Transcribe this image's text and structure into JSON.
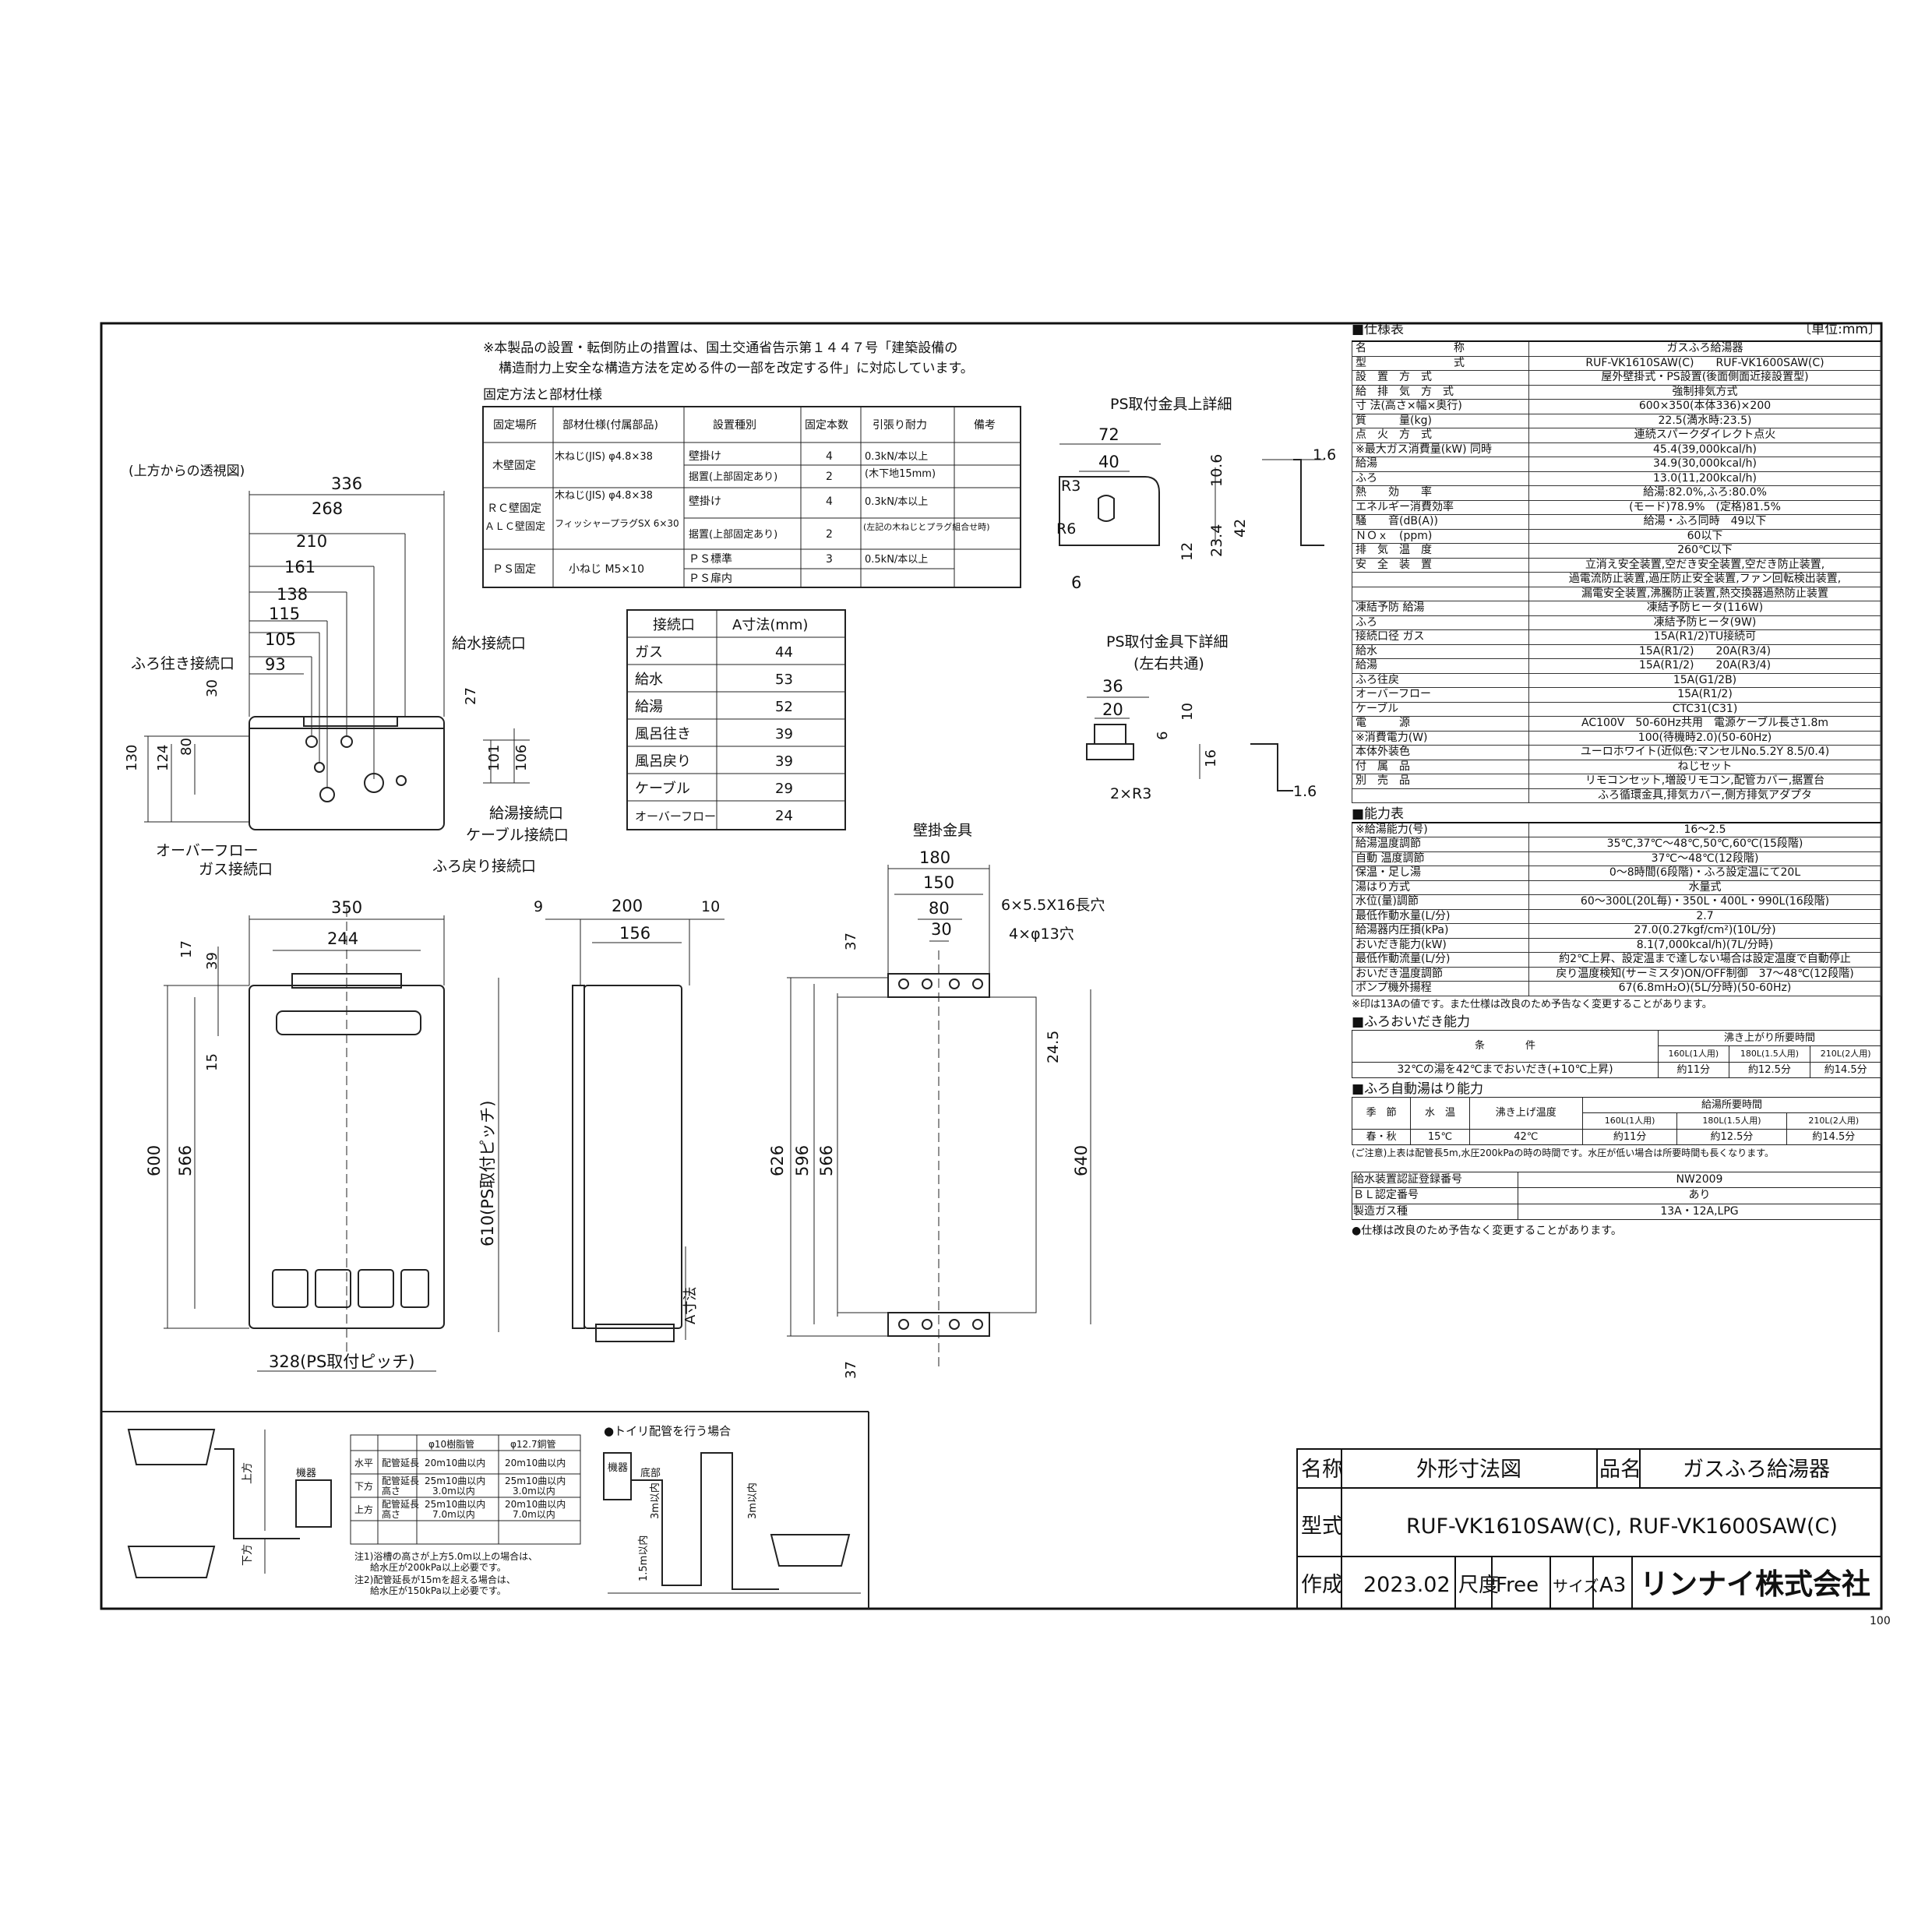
{
  "install_note": {
    "line1": "※本製品の設置・転倒防止の措置は、国土交通省告示第１４４７号「建築設備の",
    "line2": "構造耐力上安全な構造方法を定める件の一部を改定する件」に対応しています。"
  },
  "fixing": {
    "title": "固定方法と部材仕様",
    "headers": [
      "固定場所",
      "部材仕様(付属部品)",
      "設置種別",
      "固定本数",
      "引張り耐力",
      "備考"
    ],
    "rows": [
      [
        "木壁固定",
        "木ねじ(JIS) φ4.8×38",
        "壁掛け",
        "4",
        "0.3kN/本以上",
        ""
      ],
      [
        "",
        "(木下地15mm)",
        "据置(上部固定あり)",
        "2",
        "",
        ""
      ],
      [
        "ＲＣ壁固定",
        "木ねじ(JIS) φ4.8×38",
        "壁掛け",
        "4",
        "0.3kN/本以上",
        ""
      ],
      [
        "ＡＬＣ壁固定",
        "フィッシャープラグSX 6×30",
        "据置(上部固定あり)",
        "2",
        "(左記の木ねじとプラグ組合せ時)",
        ""
      ],
      [
        "ＰＳ固定",
        "小ねじ M5×10",
        "ＰＳ標準",
        "3",
        "0.5kN/本以上",
        ""
      ],
      [
        "",
        "",
        "ＰＳ扉内",
        "",
        "",
        ""
      ]
    ]
  },
  "connections": {
    "headers": [
      "接続口",
      "A寸法(mm)"
    ],
    "rows": [
      [
        "ガス",
        "44"
      ],
      [
        "給水",
        "53"
      ],
      [
        "給湯",
        "52"
      ],
      [
        "風呂往き",
        "39"
      ],
      [
        "風呂戻り",
        "39"
      ],
      [
        "ケーブル",
        "29"
      ],
      [
        "オーバーフロー",
        "24"
      ]
    ]
  },
  "top_view": {
    "title": "(上方からの透視図)",
    "dims": [
      "336",
      "268",
      "210",
      "161",
      "138",
      "115",
      "105",
      "93",
      "30",
      "80",
      "124",
      "130",
      "27",
      "101",
      "106"
    ],
    "labels": [
      "ふろ往き接続口",
      "給水接続口",
      "給湯接続口",
      "ケーブル接続口",
      "オーバーフロー",
      "ガス接続口",
      "ふろ戻り接続口"
    ]
  },
  "front_view": {
    "dims": [
      "350",
      "244",
      "17",
      "39",
      "15",
      "566",
      "600",
      "610(PS取付ピッチ)",
      "328(PS取付ピッチ)"
    ]
  },
  "side_view": {
    "dims": [
      "9",
      "200",
      "10",
      "156",
      "A寸法"
    ]
  },
  "wall_bracket": {
    "title": "壁掛金具",
    "dims": [
      "180",
      "150",
      "80",
      "30",
      "37",
      "24.5",
      "626",
      "596",
      "566",
      "640",
      "37"
    ],
    "notes": [
      "6×5.5X16長穴",
      "4×φ13穴"
    ]
  },
  "ps_upper": {
    "title": "PS取付金具上詳細",
    "dims": [
      "72",
      "40",
      "R3",
      "R6",
      "6",
      "10.6",
      "42",
      "23.4",
      "12",
      "1.6"
    ]
  },
  "ps_lower": {
    "title": "PS取付金具下詳細",
    "subtitle": "(左右共通)",
    "dims": [
      "36",
      "20",
      "6",
      "10",
      "16",
      "2×R3",
      "1.6"
    ]
  },
  "spec": {
    "title": "■仕様表",
    "unit": "〔単位:mm〕",
    "rows": [
      [
        "名　　　　　　　　称",
        "ガスふろ給湯器"
      ],
      [
        "型　　　　　　　　式",
        "RUF-VK1610SAW(C)　　RUF-VK1600SAW(C)"
      ],
      [
        "設　置　方　式",
        "屋外壁掛式・PS設置(後面側面近接設置型)"
      ],
      [
        "給　排　気　方　式",
        "強制排気方式"
      ],
      [
        "寸 法(高さ×幅×奥行)",
        "600×350(本体336)×200"
      ],
      [
        "質　　　量(kg)",
        "22.5(満水時:23.5)"
      ],
      [
        "点　火　方　式",
        "連続スパークダイレクト点火"
      ],
      [
        "※最大ガス消費量(kW) 同時",
        "45.4(39,000kcal/h)"
      ],
      [
        "給湯",
        "34.9(30,000kcal/h)"
      ],
      [
        "ふろ",
        "13.0(11,200kcal/h)"
      ],
      [
        "熱　　効　　率",
        "給湯:82.0%,ふろ:80.0%"
      ],
      [
        "エネルギー消費効率",
        "(モード)78.9%　(定格)81.5%"
      ],
      [
        "騒　　音(dB(A))",
        "給湯・ふろ同時　49以下"
      ],
      [
        "ＮＯｘ　(ppm)",
        "60以下"
      ],
      [
        "排　気　温　度",
        "260℃以下"
      ],
      [
        "安　全　装　置",
        "立消え安全装置,空だき安全装置,空だき防止装置,"
      ],
      [
        "",
        "過電流防止装置,過圧防止安全装置,ファン回転検出装置,"
      ],
      [
        "",
        "漏電安全装置,沸騰防止装置,熱交換器過熱防止装置"
      ],
      [
        "凍結予防 給湯",
        "凍結予防ヒータ(116W)"
      ],
      [
        "ふろ",
        "凍結予防ヒータ(9W)"
      ],
      [
        "接続口径 ガス",
        "15A(R1/2)TU接続可"
      ],
      [
        "給水",
        "15A(R1/2)　　20A(R3/4)"
      ],
      [
        "給湯",
        "15A(R1/2)　　20A(R3/4)"
      ],
      [
        "ふろ往戻",
        "15A(G1/2B)"
      ],
      [
        "オーバーフロー",
        "15A(R1/2)"
      ],
      [
        "ケーブル",
        "CTC31(C31)"
      ],
      [
        "電　　　源",
        "AC100V　50-60Hz共用　電源ケーブル長さ1.8m"
      ],
      [
        "※消費電力(W)",
        "100(待機時2.0)(50-60Hz)"
      ],
      [
        "本体外装色",
        "ユーロホワイト(近似色:マンセルNo.5.2Y 8.5/0.4)"
      ],
      [
        "付　属　品",
        "ねじセット"
      ],
      [
        "別　売　品",
        "リモコンセット,増設リモコン,配管カバー,据置台"
      ],
      [
        "",
        "ふろ循環金具,排気カバー,側方排気アダプタ"
      ]
    ]
  },
  "performance": {
    "title": "■能力表",
    "rows": [
      [
        "※給湯能力(号)",
        "16～2.5"
      ],
      [
        "給湯温度調節",
        "35℃,37℃～48℃,50℃,60℃(15段階)"
      ],
      [
        "自動 温度調節",
        "37℃～48℃(12段階)"
      ],
      [
        "保温・足し湯",
        "0～8時間(6段階)・ふろ設定温にて20L"
      ],
      [
        "湯はり方式",
        "水量式"
      ],
      [
        "水位(量)調節",
        "60～300L(20L毎)・350L・400L・990L(16段階)"
      ],
      [
        "最低作動水量(L/分)",
        "2.7"
      ],
      [
        "給湯器内圧損(kPa)",
        "27.0(0.27kgf/cm²)(10L/分)"
      ],
      [
        "おいだき能力(kW)",
        "8.1(7,000kcal/h)(7L/分時)"
      ],
      [
        "最低作動流量(L/分)",
        "約2℃上昇、設定温まで達しない場合は設定温度で自動停止"
      ],
      [
        "おいだき温度調節",
        "戻り温度検知(サーミスタ)ON/OFF制御　37～48℃(12段階)"
      ],
      [
        "ポンプ機外揚程",
        "67(6.8mH₂O)(5L/分時)(50-60Hz)"
      ]
    ],
    "note": "※印は13Aの値です。また仕様は改良のため予告なく変更することがあります。"
  },
  "oidaki": {
    "title": "■ふろおいだき能力",
    "cond_header": "条　　　　件",
    "time_header": "沸き上がり所要時間",
    "cols": [
      "160L(1人用)",
      "180L(1.5人用)",
      "210L(2人用)"
    ],
    "cond": "32℃の湯を42℃までおいだき(+10℃上昇)",
    "values": [
      "約11分",
      "約12.5分",
      "約14.5分"
    ]
  },
  "autofill": {
    "title": "■ふろ自動湯はり能力",
    "headers": [
      "季　節",
      "水　温",
      "沸き上げ温度",
      "給湯所要時間"
    ],
    "cols": [
      "160L(1人用)",
      "180L(1.5人用)",
      "210L(2人用)"
    ],
    "row": [
      "春・秋",
      "15℃",
      "42℃",
      "約11分",
      "約12.5分",
      "約14.5分"
    ],
    "note": "(ご注意)上表は配管長5m,水圧200kPaの時の時間です。水圧が低い場合は所要時間も長くなります。"
  },
  "cert": {
    "rows": [
      [
        "給水装置認証登録番号",
        "NW2009"
      ],
      [
        "ＢＬ認定番号",
        "あり"
      ],
      [
        "製造ガス種",
        "13A・12A,LPG"
      ]
    ],
    "note": "●仕様は改良のため予告なく変更することがあります。"
  },
  "bath": {
    "headers": [
      "",
      "",
      "φ10樹脂管",
      "φ12.7銅管"
    ],
    "rows": [
      [
        "水平",
        "配管延長",
        "20m10曲以内",
        "20m10曲以内"
      ],
      [
        "下方",
        "配管延長",
        "25m10曲以内",
        "25m10曲以内"
      ],
      [
        "",
        "高さ",
        "3.0m以内",
        "3.0m以内"
      ],
      [
        "上方",
        "配管延長",
        "25m10曲以内",
        "20m10曲以内"
      ],
      [
        "",
        "高さ",
        "7.0m以内",
        "7.0m以内"
      ]
    ],
    "notes": [
      "注1)浴槽の高さが上方5.0m以上の場合は、",
      "給水圧が200kPa以上必要です。",
      "注2)配管延長が15mを超える場合は、",
      "給水圧が150kPa以上必要です。"
    ],
    "toi": "●トイリ配管を行う場合",
    "labels": [
      "上方",
      "下方",
      "機器",
      "底部",
      "3m以内",
      "1.5m以内"
    ]
  },
  "title_block": {
    "name_label": "名称",
    "name": "外形寸法図",
    "product_label": "品名",
    "product": "ガスふろ給湯器",
    "model_label": "型式",
    "model": "RUF-VK1610SAW(C), RUF-VK1600SAW(C)",
    "made_label": "作成",
    "made": "2023.02",
    "scale_label": "尺度",
    "scale": "Free",
    "size_label": "サイズ",
    "size": "A3",
    "company": "リンナイ株式会社",
    "page": "100"
  }
}
